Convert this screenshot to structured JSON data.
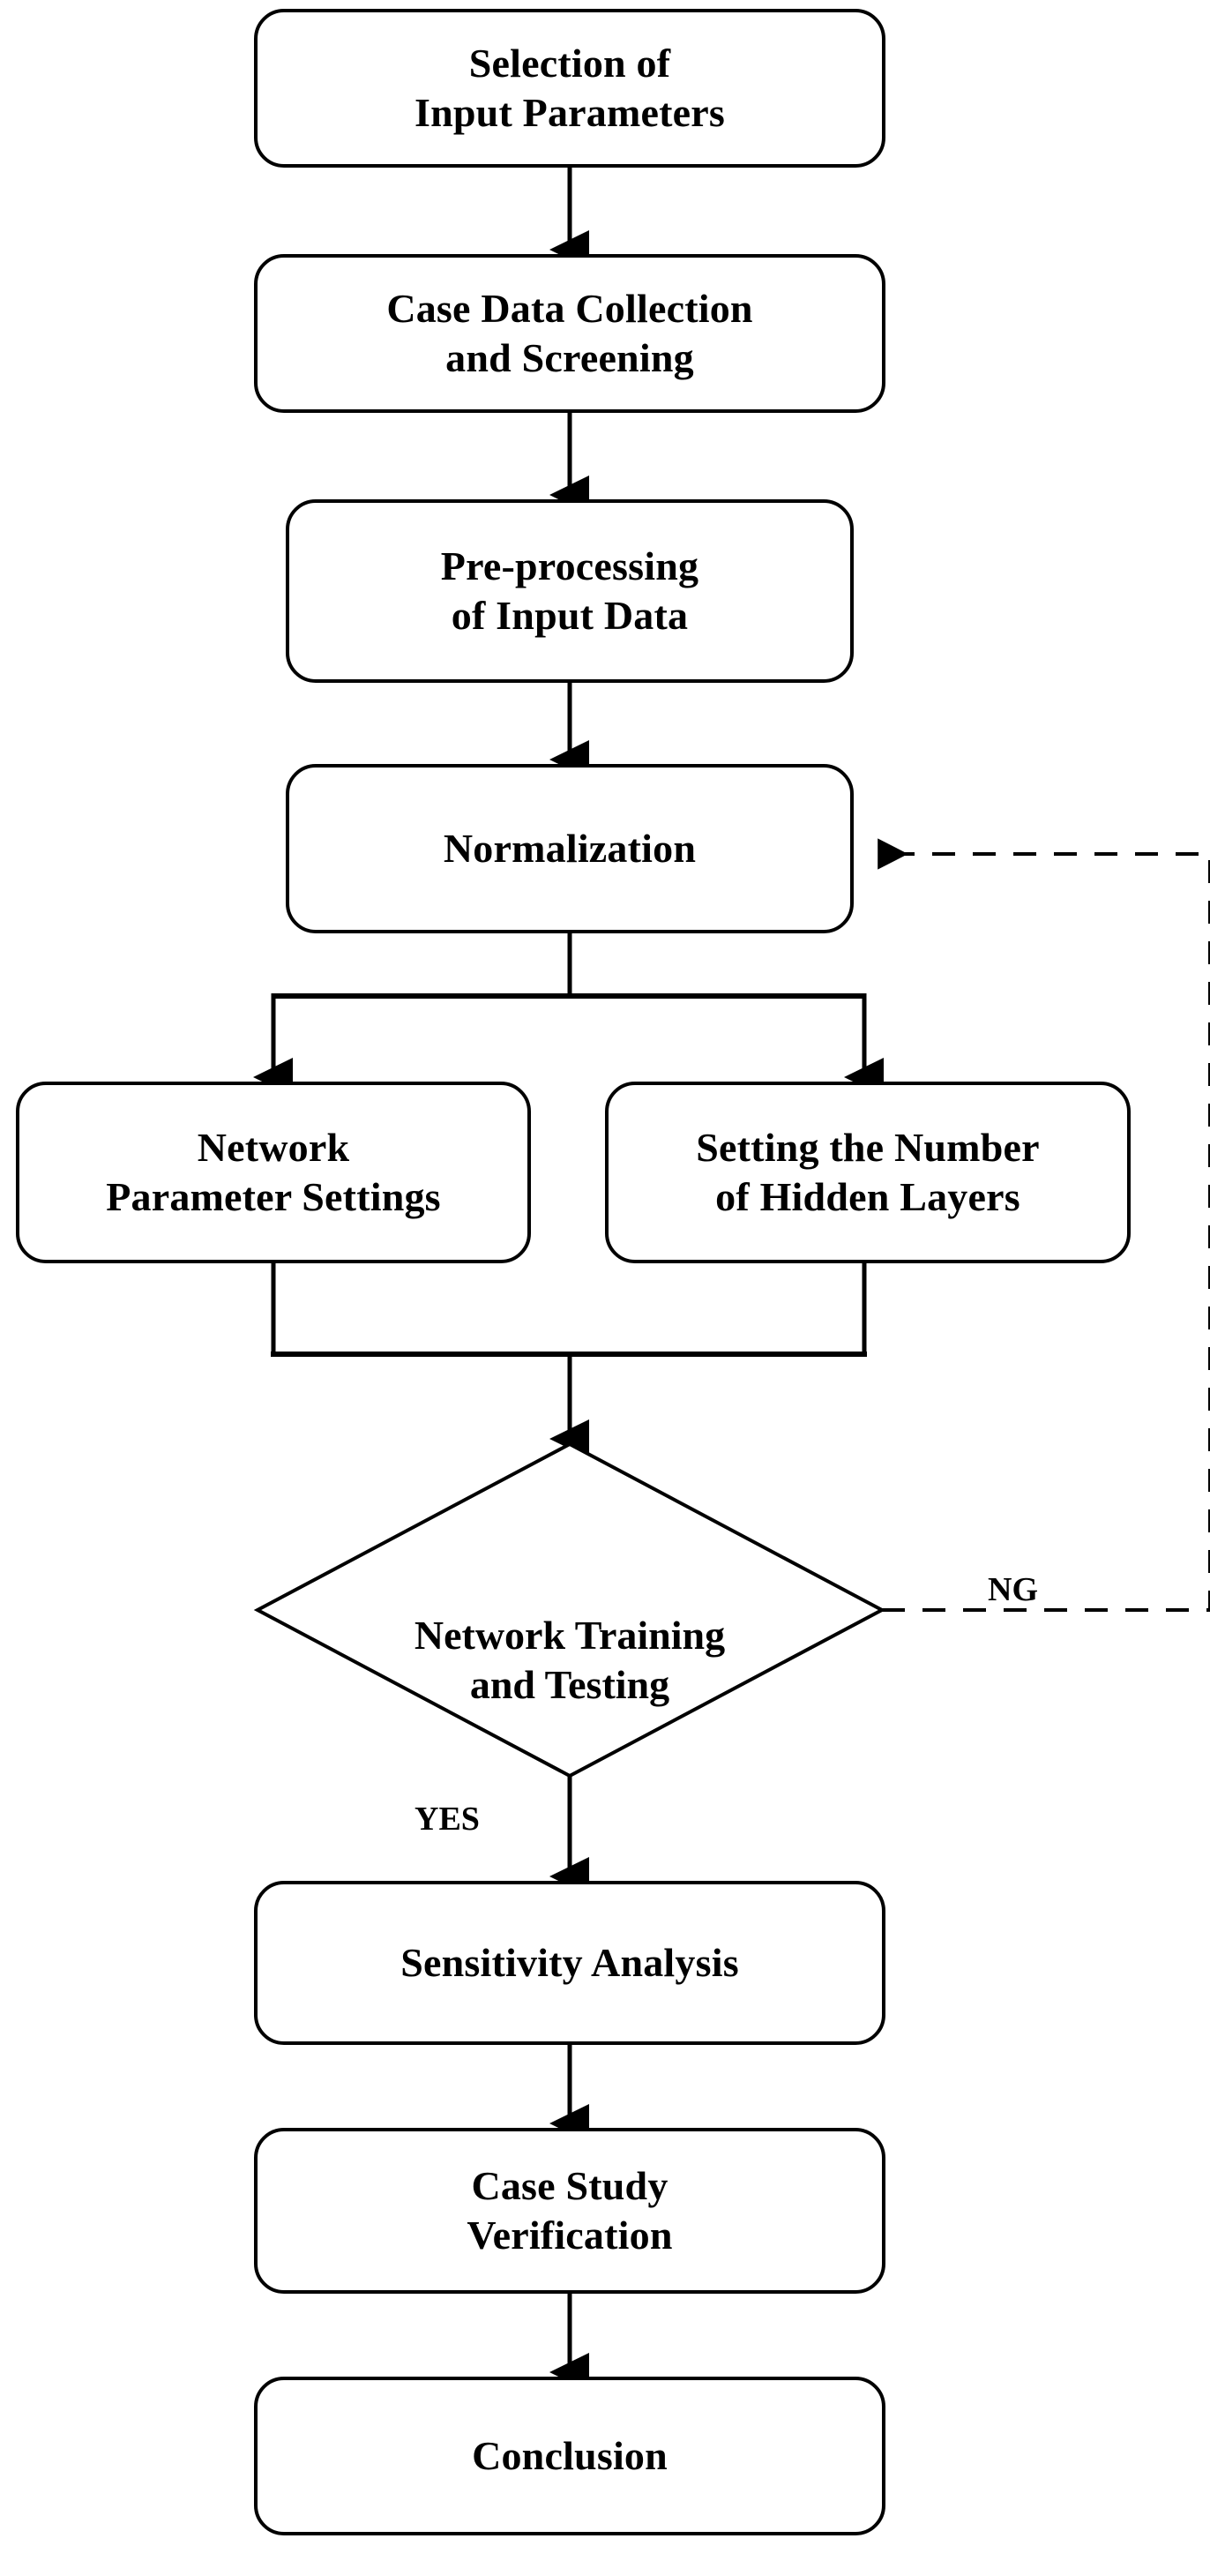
{
  "diagram": {
    "title": "Neural Network Modelling Workflow Flowchart",
    "orientation": "top-to-bottom",
    "colors": {
      "stroke": "#000000",
      "fill": "#ffffff",
      "text": "#000000"
    },
    "nodes": [
      {
        "id": "n1",
        "shape": "rounded-rectangle",
        "label": "Selection of\nInput Parameters"
      },
      {
        "id": "n2",
        "shape": "rounded-rectangle",
        "label": "Case Data Collection\nand Screening"
      },
      {
        "id": "n3",
        "shape": "rounded-rectangle",
        "label": "Pre-processing\nof Input Data"
      },
      {
        "id": "n4",
        "shape": "rounded-rectangle",
        "label": "Normalization"
      },
      {
        "id": "n5",
        "shape": "rounded-rectangle",
        "label": "Network\nParameter Settings"
      },
      {
        "id": "n6",
        "shape": "rounded-rectangle",
        "label": "Setting the Number\nof Hidden Layers"
      },
      {
        "id": "n7",
        "shape": "diamond",
        "label": "Network Training\nand Testing"
      },
      {
        "id": "n8",
        "shape": "rounded-rectangle",
        "label": "Sensitivity Analysis"
      },
      {
        "id": "n9",
        "shape": "rounded-rectangle",
        "label": "Case Study\nVerification"
      },
      {
        "id": "n10",
        "shape": "rounded-rectangle",
        "label": "Conclusion"
      }
    ],
    "edges": [
      {
        "from": "n1",
        "to": "n2",
        "style": "solid",
        "label": ""
      },
      {
        "from": "n2",
        "to": "n3",
        "style": "solid",
        "label": ""
      },
      {
        "from": "n3",
        "to": "n4",
        "style": "solid",
        "label": ""
      },
      {
        "from": "n4",
        "to": "n5",
        "style": "solid",
        "label": ""
      },
      {
        "from": "n4",
        "to": "n6",
        "style": "solid",
        "label": ""
      },
      {
        "from": "n5",
        "to": "n7",
        "style": "solid",
        "label": ""
      },
      {
        "from": "n6",
        "to": "n7",
        "style": "solid",
        "label": ""
      },
      {
        "from": "n7",
        "to": "n8",
        "style": "solid",
        "label": "YES"
      },
      {
        "from": "n7",
        "to": "n4",
        "style": "dashed",
        "label": "NG"
      },
      {
        "from": "n8",
        "to": "n9",
        "style": "solid",
        "label": ""
      },
      {
        "from": "n9",
        "to": "n10",
        "style": "solid",
        "label": ""
      }
    ],
    "edge_labels": {
      "yes": "YES",
      "ng": "NG"
    }
  }
}
